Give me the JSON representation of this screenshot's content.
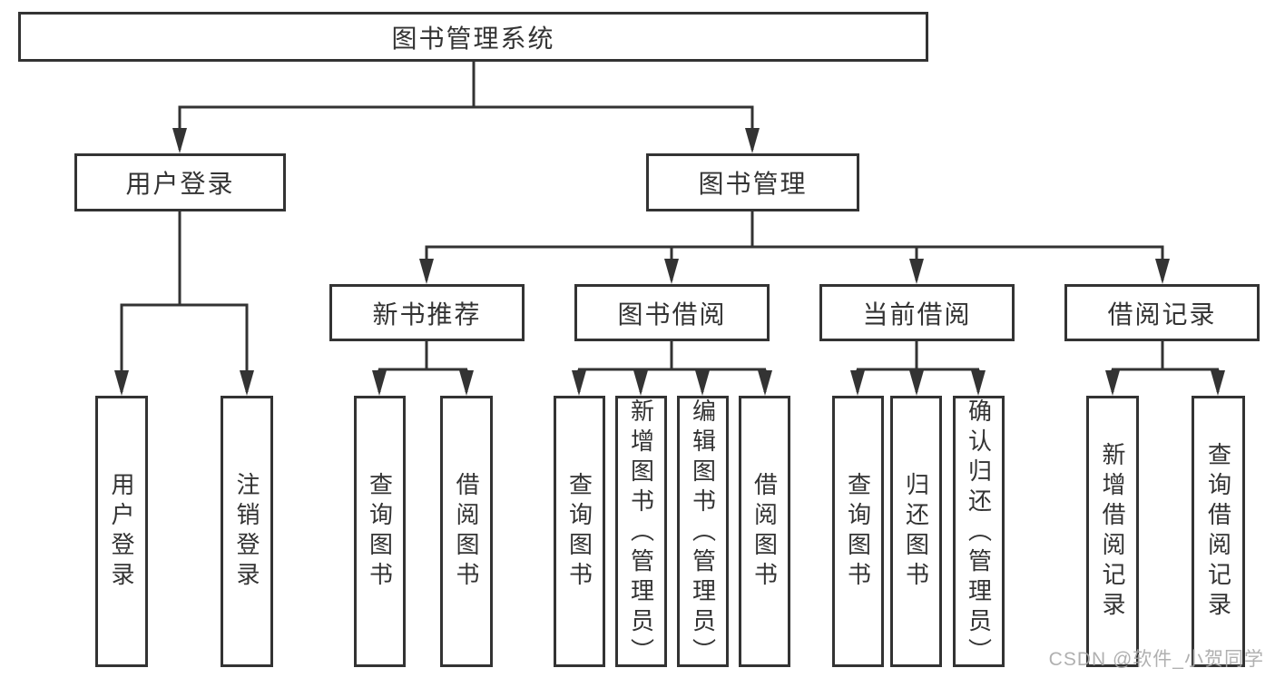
{
  "diagram": {
    "type": "hierarchy-tree",
    "background": "#ffffff",
    "line_color": "#333333",
    "text_color": "#333333",
    "watermark_color": "#a8a8a8",
    "nodes": [
      {
        "id": "library-management-system",
        "label": "图书管理系统",
        "parent": null
      },
      {
        "id": "user-login",
        "label": "用户登录",
        "parent": "library-management-system"
      },
      {
        "id": "book-management",
        "label": "图书管理",
        "parent": "library-management-system"
      },
      {
        "id": "new-book-recommendation",
        "label": "新书推荐",
        "parent": "book-management"
      },
      {
        "id": "book-borrowing",
        "label": "图书借阅",
        "parent": "book-management"
      },
      {
        "id": "current-borrowing",
        "label": "当前借阅",
        "parent": "book-management"
      },
      {
        "id": "borrowing-records",
        "label": "借阅记录",
        "parent": "book-management"
      },
      {
        "id": "user-login-leaf",
        "label": "用户登录",
        "parent": "user-login"
      },
      {
        "id": "logout",
        "label": "注销登录",
        "parent": "user-login"
      },
      {
        "id": "query-books-recommend",
        "label": "查询图书",
        "parent": "new-book-recommendation"
      },
      {
        "id": "borrow-books-recommend",
        "label": "借阅图书",
        "parent": "new-book-recommendation"
      },
      {
        "id": "query-books-borrowing",
        "label": "查询图书",
        "parent": "book-borrowing"
      },
      {
        "id": "add-books-admin",
        "label": "新增图书（管理员）",
        "parent": "book-borrowing"
      },
      {
        "id": "edit-books-admin",
        "label": "编辑图书（管理员）",
        "parent": "book-borrowing"
      },
      {
        "id": "borrow-books",
        "label": "借阅图书",
        "parent": "book-borrowing"
      },
      {
        "id": "query-books-current",
        "label": "查询图书",
        "parent": "current-borrowing"
      },
      {
        "id": "return-books",
        "label": "归还图书",
        "parent": "current-borrowing"
      },
      {
        "id": "confirm-return-admin",
        "label": "确认归还（管理员）",
        "parent": "current-borrowing"
      },
      {
        "id": "add-borrow-record",
        "label": "新增借阅记录",
        "parent": "borrowing-records"
      },
      {
        "id": "query-borrow-record",
        "label": "查询借阅记录",
        "parent": "borrowing-records"
      }
    ],
    "watermark": "CSDN @软件_小贺同学"
  }
}
